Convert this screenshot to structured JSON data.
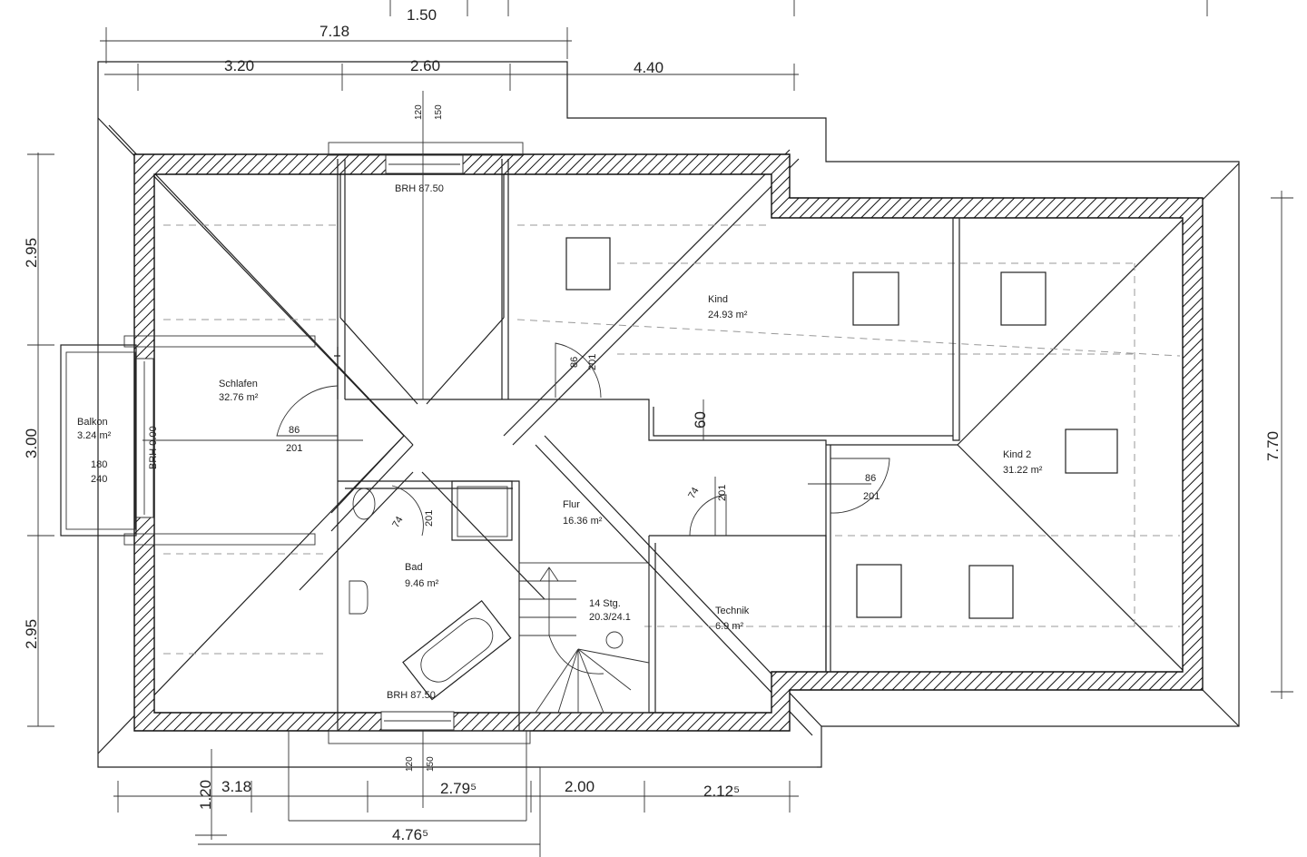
{
  "title": "Dachgeschoss Grundriss",
  "rooms": [
    {
      "name": "Schlafen",
      "area": "32.76 m²"
    },
    {
      "name": "Kind",
      "area": "24.93 m²"
    },
    {
      "name": "Kind 2",
      "area": "31.22 m²"
    },
    {
      "name": "Flur",
      "area": "16.36 m²"
    },
    {
      "name": "Bad",
      "area": "9.46 m²"
    },
    {
      "name": "Technik",
      "area": "6.9 m²"
    },
    {
      "name": "Balkon",
      "area": "3.24 m²"
    }
  ],
  "stairs": {
    "label": "14 Stg.",
    "ratio": "20.3/24.1"
  },
  "windows": {
    "brh_top": "BRH 87.50",
    "brh_bottom": "BRH 87.50",
    "brh_left": "BRH 0.00",
    "balkon_overlay_a": "180",
    "balkon_overlay_b": "240"
  },
  "doors": [
    {
      "width": "86",
      "height": "201"
    },
    {
      "width": "86",
      "height": "201"
    },
    {
      "width": "74",
      "height": "201"
    },
    {
      "width": "86",
      "height": "201"
    },
    {
      "width": "74",
      "height": "201"
    }
  ],
  "openings": {
    "top_a": "120",
    "top_b": "150",
    "bottom_a": "120",
    "bottom_b": "150",
    "step": "60"
  },
  "dimensions": {
    "top": [
      "1.50",
      "7.18",
      "3.20",
      "2.60",
      "4.40"
    ],
    "left": [
      "2.95",
      "3.00",
      "2.95"
    ],
    "right": [
      "7.70"
    ],
    "bottom": [
      "1.20",
      "3.18",
      "2.79⁵",
      "2.00",
      "2.12⁵",
      "4.76⁵"
    ]
  }
}
